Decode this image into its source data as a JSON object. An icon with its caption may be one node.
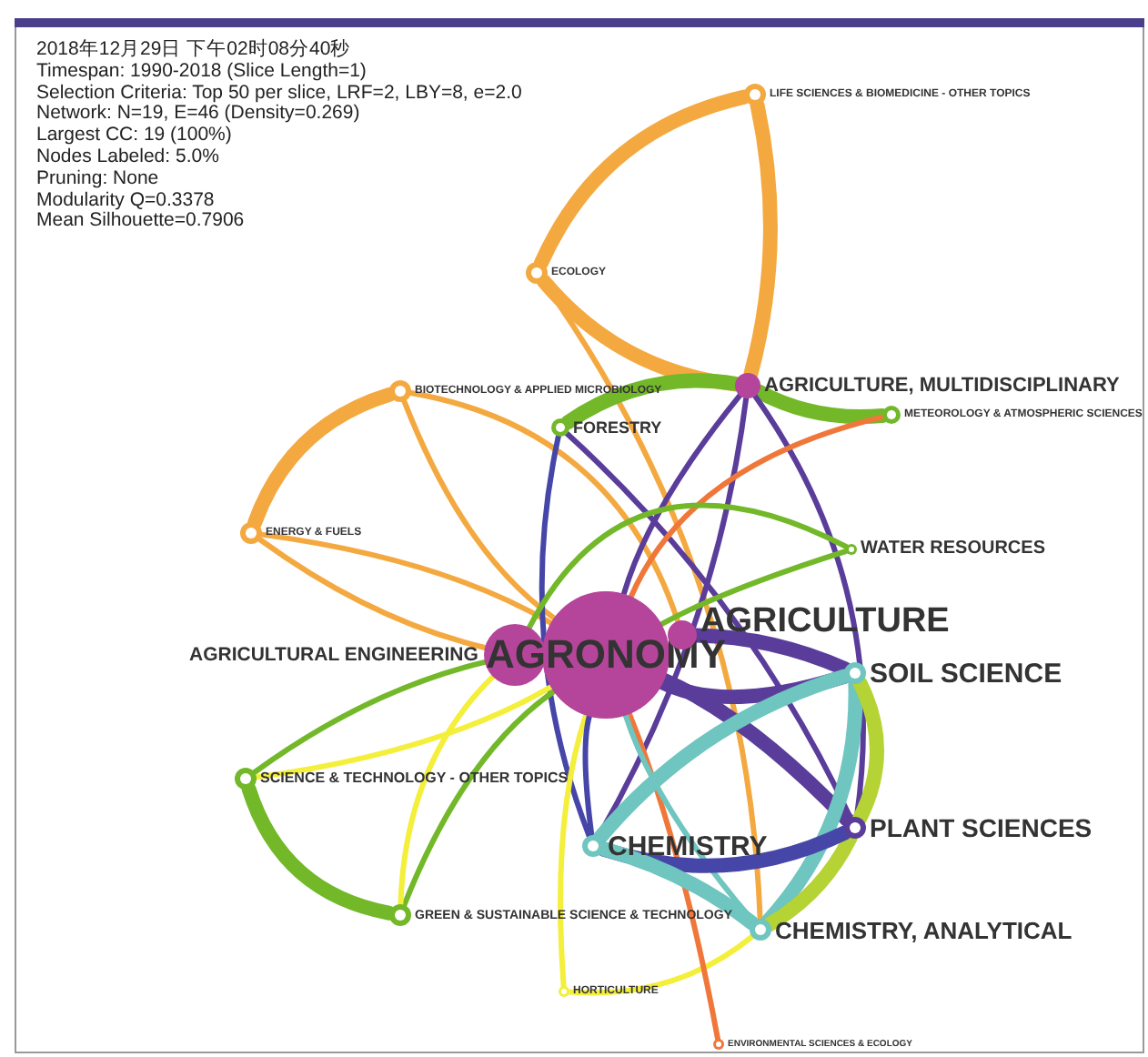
{
  "diagram": {
    "nodes": [
      {
        "text": [
          "LIFE SCIENCES & BIOMEDICINE - OTHER TOPICS"
        ]
      },
      {
        "text": [
          "ECOLOGY"
        ]
      },
      {
        "text": [
          "AGRICULTURE, MULTIDISCIPLINARY"
        ]
      },
      {
        "text": [
          "BIOTECHNOLOGY & APPLIED MICROBIOLOGY"
        ]
      },
      {
        "text": [
          "FORESTRY"
        ]
      },
      {
        "text": [
          "METEOROLOGY & ATMOSPHERIC SCIENCES"
        ]
      },
      {
        "text": [
          "ENERGY & FUELS"
        ]
      },
      {
        "text": [
          "WATER RESOURCES"
        ]
      },
      {
        "text": [
          "AGRICULTURAL ENGINEERING"
        ]
      },
      {
        "text": [
          "AGRONOMY"
        ]
      },
      {
        "text": [
          "AGRICULTURE"
        ]
      },
      {
        "text": [
          "SOIL SCIENCE"
        ]
      },
      {
        "text": [
          "SCIENCE & TECHNOLOGY - OTHER TOPICS"
        ]
      },
      {
        "text": [
          "CHEMISTRY"
        ]
      },
      {
        "text": [
          "PLANT SCIENCES"
        ]
      },
      {
        "text": [
          "GREEN & SUSTAINABLE SCIENCE & TECHNOLOGY"
        ]
      },
      {
        "text": [
          "CHEMISTRY, ANALYTICAL"
        ]
      },
      {
        "text": [
          "HORTICULTURE"
        ]
      },
      {
        "text": [
          "ENVIRONMENTAL SCIENCES & ECOLOGY"
        ]
      }
    ],
    "edges": [
      {
        "from": 0,
        "to": 1,
        "arrow": "none",
        "style": "thick",
        "color": "#f4a940"
      },
      {
        "from": 0,
        "to": 2,
        "arrow": "none",
        "style": "thick",
        "color": "#f4a940"
      },
      {
        "from": 1,
        "to": 2,
        "arrow": "none",
        "style": "thick",
        "color": "#f4a940"
      },
      {
        "from": 1,
        "to": 16,
        "arrow": "none",
        "color": "#f4a940"
      },
      {
        "from": 3,
        "to": 6,
        "arrow": "none",
        "style": "thick",
        "color": "#f4a940"
      },
      {
        "from": 3,
        "to": 9,
        "arrow": "none",
        "color": "#f4a940"
      },
      {
        "from": 3,
        "to": 10,
        "arrow": "none",
        "color": "#f4a940"
      },
      {
        "from": 6,
        "to": 9,
        "arrow": "none",
        "color": "#f4a940"
      },
      {
        "from": 6,
        "to": 8,
        "arrow": "none",
        "color": "#f4a940"
      },
      {
        "from": 2,
        "to": 5,
        "arrow": "none",
        "style": "thick",
        "color": "#72b829"
      },
      {
        "from": 4,
        "to": 2,
        "arrow": "none",
        "style": "thick",
        "color": "#72b829"
      },
      {
        "from": 2,
        "to": 9,
        "arrow": "none",
        "color": "#5a3d9a"
      },
      {
        "from": 2,
        "to": 13,
        "arrow": "none",
        "color": "#5a3d9a"
      },
      {
        "from": 2,
        "to": 14,
        "arrow": "none",
        "color": "#5a3d9a"
      },
      {
        "from": 4,
        "to": 13,
        "arrow": "none",
        "color": "#4646a8"
      },
      {
        "from": 4,
        "to": 14,
        "arrow": "none",
        "color": "#5a3d9a"
      },
      {
        "from": 5,
        "to": 9,
        "arrow": "none",
        "color": "#f0773a"
      },
      {
        "from": 7,
        "to": 8,
        "arrow": "none",
        "color": "#72b829"
      },
      {
        "from": 7,
        "to": 9,
        "arrow": "none",
        "color": "#72b829"
      },
      {
        "from": 8,
        "to": 12,
        "arrow": "none",
        "color": "#72b829"
      },
      {
        "from": 12,
        "to": 15,
        "arrow": "none",
        "style": "thick",
        "color": "#72b829"
      },
      {
        "from": 15,
        "to": 9,
        "arrow": "none",
        "color": "#72b829"
      },
      {
        "from": 12,
        "to": 9,
        "arrow": "none",
        "color": "#f3ef3a"
      },
      {
        "from": 15,
        "to": 8,
        "arrow": "none",
        "color": "#f3ef3a"
      },
      {
        "from": 17,
        "to": 9,
        "arrow": "none",
        "color": "#f3ef3a"
      },
      {
        "from": 17,
        "to": 16,
        "arrow": "none",
        "color": "#f3ef3a"
      },
      {
        "from": 18,
        "to": 9,
        "arrow": "none",
        "color": "#f0773a"
      },
      {
        "from": 9,
        "to": 11,
        "arrow": "none",
        "style": "thick",
        "color": "#5a3d9a"
      },
      {
        "from": 9,
        "to": 14,
        "arrow": "none",
        "style": "thick",
        "color": "#5a3d9a"
      },
      {
        "from": 9,
        "to": 16,
        "arrow": "none",
        "color": "#6fc5bf"
      },
      {
        "from": 9,
        "to": 13,
        "arrow": "none",
        "color": "#4646a8"
      },
      {
        "from": 10,
        "to": 11,
        "arrow": "none",
        "style": "thick",
        "color": "#5a3d9a"
      },
      {
        "from": 13,
        "to": 11,
        "arrow": "none",
        "style": "thick",
        "color": "#6fc5bf"
      },
      {
        "from": 16,
        "to": 11,
        "arrow": "none",
        "style": "thick",
        "color": "#6fc5bf"
      },
      {
        "from": 11,
        "to": 14,
        "arrow": "none",
        "style": "thick",
        "color": "#b5d334"
      },
      {
        "from": 16,
        "to": 14,
        "arrow": "none",
        "style": "thick",
        "color": "#b5d334"
      },
      {
        "from": 13,
        "to": 14,
        "arrow": "none",
        "style": "thick",
        "color": "#4646a8"
      },
      {
        "from": 13,
        "to": 16,
        "arrow": "none",
        "style": "thick",
        "color": "#6fc5bf"
      }
    ],
    "labels": [
      "2018年12月29日 下午02时08分40秒",
      "Timespan: 1990-2018 (Slice Length=1)",
      "Selection Criteria: Top 50 per slice, LRF=2, LBY=8, e=2.0",
      "Network: N=19, E=46 (Density=0.269)",
      "Largest CC: 19 (100%)",
      "Nodes Labeled: 5.0%",
      "Pruning: None",
      "Modularity Q=0.3378",
      "Mean Silhouette=0.7906"
    ]
  }
}
